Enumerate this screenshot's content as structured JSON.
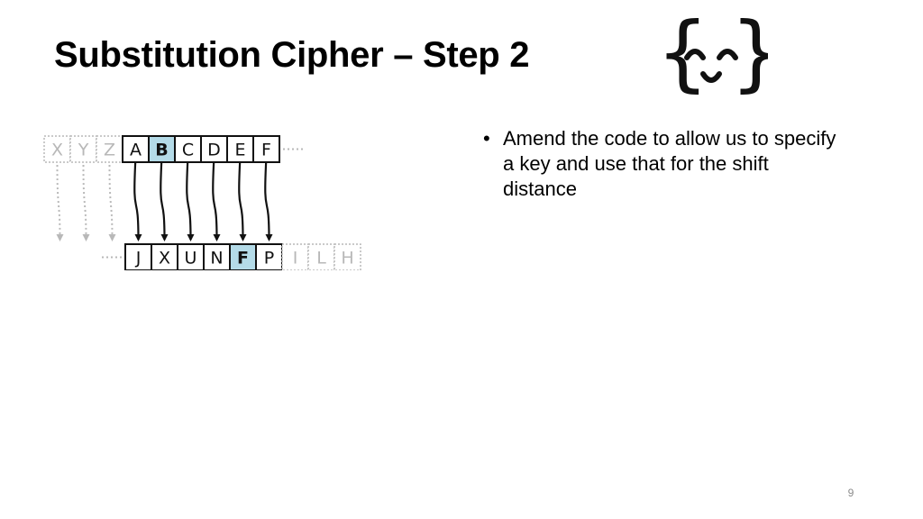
{
  "slide": {
    "title": "Substitution Cipher – Step 2",
    "logo_icon": "curly-braces-smiley-icon",
    "page_number": "9"
  },
  "diagram": {
    "top_row": [
      {
        "letter": "X",
        "style": "faded"
      },
      {
        "letter": "Y",
        "style": "faded"
      },
      {
        "letter": "Z",
        "style": "faded"
      },
      {
        "letter": "A",
        "style": "normal"
      },
      {
        "letter": "B",
        "style": "highlighted"
      },
      {
        "letter": "C",
        "style": "normal"
      },
      {
        "letter": "D",
        "style": "normal"
      },
      {
        "letter": "E",
        "style": "normal"
      },
      {
        "letter": "F",
        "style": "normal"
      }
    ],
    "bottom_row": [
      {
        "letter": "J",
        "style": "normal"
      },
      {
        "letter": "X",
        "style": "normal"
      },
      {
        "letter": "U",
        "style": "normal"
      },
      {
        "letter": "N",
        "style": "normal"
      },
      {
        "letter": "F",
        "style": "highlighted"
      },
      {
        "letter": "P",
        "style": "normal"
      },
      {
        "letter": "I",
        "style": "faded"
      },
      {
        "letter": "L",
        "style": "faded"
      },
      {
        "letter": "H",
        "style": "faded"
      }
    ],
    "highlight_color": "#b4dbe8",
    "faded_color": "#b8b8b8",
    "arrow_color": "#111111"
  },
  "bullets": [
    "Amend the code to allow us to specify a key and use that for the shift distance"
  ],
  "bullet_symbol": "•"
}
